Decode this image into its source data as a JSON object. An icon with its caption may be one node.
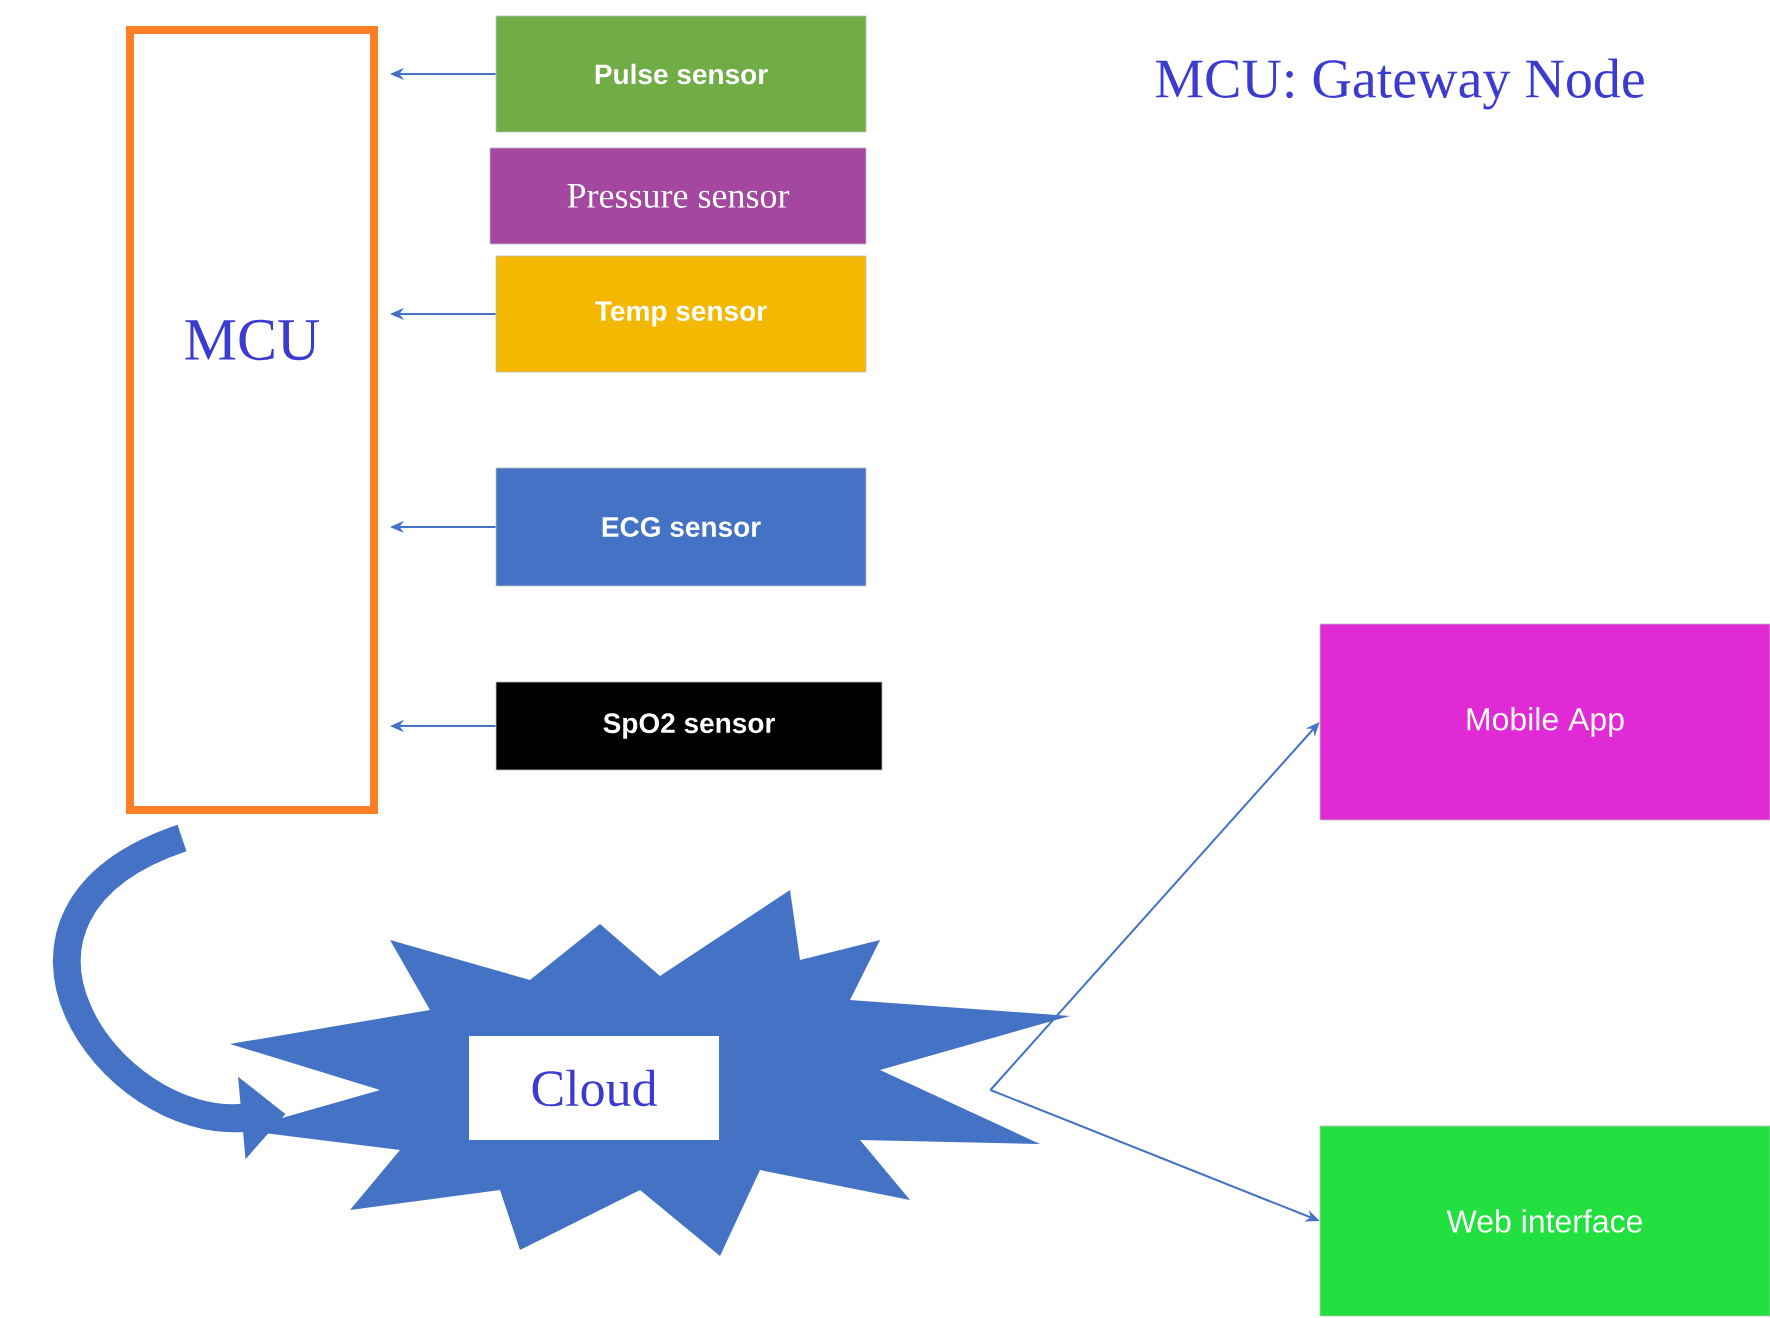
{
  "diagram": {
    "title": "MCU: Gateway Node",
    "nodes": [
      {
        "text": [
          "MCU"
        ]
      },
      {
        "text": [
          "Pulse sensor"
        ]
      },
      {
        "text": [
          "Pressure sensor"
        ]
      },
      {
        "text": [
          "Temp sensor"
        ]
      },
      {
        "text": [
          "ECG sensor"
        ]
      },
      {
        "text": [
          "SpO2 sensor"
        ]
      },
      {
        "text": [
          "Cloud"
        ]
      },
      {
        "text": [
          "Mobile App"
        ]
      },
      {
        "text": [
          "Web interface"
        ]
      }
    ],
    "edges": [
      {
        "from": 1,
        "to": 0,
        "arrow": "to"
      },
      {
        "from": 3,
        "to": 0,
        "arrow": "to"
      },
      {
        "from": 4,
        "to": 0,
        "arrow": "to"
      },
      {
        "from": 5,
        "to": 0,
        "arrow": "to"
      },
      {
        "from": 0,
        "to": 6,
        "arrow": "to",
        "style": "thick"
      },
      {
        "from": 6,
        "to": 7,
        "arrow": "to"
      },
      {
        "from": 6,
        "to": 8,
        "arrow": "to"
      }
    ]
  }
}
